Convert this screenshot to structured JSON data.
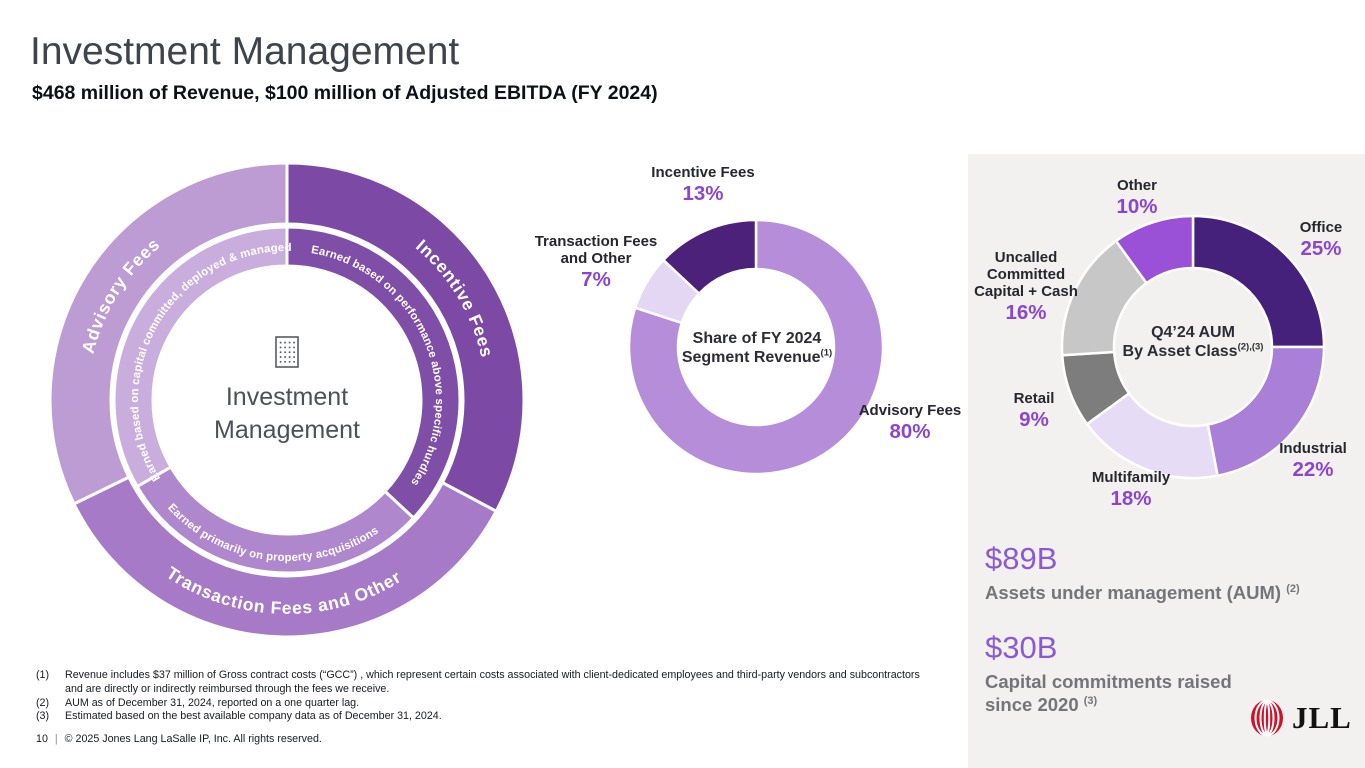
{
  "header": {
    "title": "Investment Management",
    "subtitle": "$468 million of Revenue, $100 million of Adjusted EBITDA (FY 2024)"
  },
  "chart_data": [
    {
      "type": "donut",
      "name": "Investment Management segment structure",
      "center_label": "Investment Management",
      "center_icon": "building-icon",
      "outer_ring": [
        {
          "label": "Incentive Fees",
          "start": 0,
          "end": 118,
          "color": "#7c4aa5"
        },
        {
          "label": "Transaction Fees and Other",
          "start": 118,
          "end": 244,
          "color": "#a67ac7"
        },
        {
          "label": "Advisory Fees",
          "start": 244,
          "end": 360,
          "color": "#bd9cd4"
        }
      ],
      "inner_ring": [
        {
          "text": "Earned based on performance above specific hurdles",
          "start": 0,
          "end": 133,
          "color": "#7f4ea7"
        },
        {
          "text": "Earned primarily on property acquisitions",
          "start": 133,
          "end": 240,
          "color": "#af87cd"
        },
        {
          "text": "Earned based on capital committed, deployed & managed",
          "start": 240,
          "end": 360,
          "color": "#c9aedd"
        }
      ]
    },
    {
      "type": "donut",
      "title_lines": [
        "Share of FY 2024",
        "Segment Revenue"
      ],
      "title_sup": "(1)",
      "segments": [
        {
          "label": "Advisory Fees",
          "value": 80,
          "pct": "80%",
          "color": "#b58dd9"
        },
        {
          "label": "Transaction Fees and Other",
          "value": 7,
          "pct": "7%",
          "color": "#e4d7f3"
        },
        {
          "label": "Incentive Fees",
          "value": 13,
          "pct": "13%",
          "color": "#4b2179"
        }
      ]
    },
    {
      "type": "donut",
      "title_lines": [
        "Q4’24 AUM",
        "By Asset Class"
      ],
      "title_sup": "(2),(3)",
      "segments": [
        {
          "label": "Office",
          "value": 25,
          "pct": "25%",
          "color": "#45217c"
        },
        {
          "label": "Industrial",
          "value": 22,
          "pct": "22%",
          "color": "#a97fd7"
        },
        {
          "label": "Multifamily",
          "value": 18,
          "pct": "18%",
          "color": "#e6dcf6"
        },
        {
          "label": "Retail",
          "value": 9,
          "pct": "9%",
          "color": "#7d7d7d"
        },
        {
          "label": "Uncalled Committed Capital + Cash",
          "value": 16,
          "pct": "16%",
          "color": "#c7c7c7"
        },
        {
          "label": "Other",
          "value": 10,
          "pct": "10%",
          "color": "#9b50d8"
        }
      ]
    }
  ],
  "stats": [
    {
      "value": "$89B",
      "label": "Assets under management (AUM)",
      "sup": "(2)"
    },
    {
      "value": "$30B",
      "label": "Capital commitments raised since 2020",
      "sup": "(3)"
    }
  ],
  "footnotes": [
    {
      "num": "(1)",
      "text": "Revenue includes $37 million of Gross contract costs (“GCC”) , which represent certain costs associated with client-dedicated employees and third-party vendors and subcontractors and are directly or indirectly reimbursed through the fees we receive."
    },
    {
      "num": "(2)",
      "text": "AUM as of December 31, 2024, reported on a one quarter lag."
    },
    {
      "num": "(3)",
      "text": "Estimated based on the best available company data as of December 31, 2024."
    }
  ],
  "footer": {
    "page": "10",
    "separator": "|",
    "copyright": "© 2025 Jones Lang LaSalle IP, Inc. All rights reserved."
  },
  "logo": {
    "text": "JLL"
  },
  "colors": {
    "accent_pct": "#8a46cd",
    "stat_value": "#8a5ad2",
    "panel_bg": "#f2f1ef",
    "jll_red": "#cf1228"
  }
}
